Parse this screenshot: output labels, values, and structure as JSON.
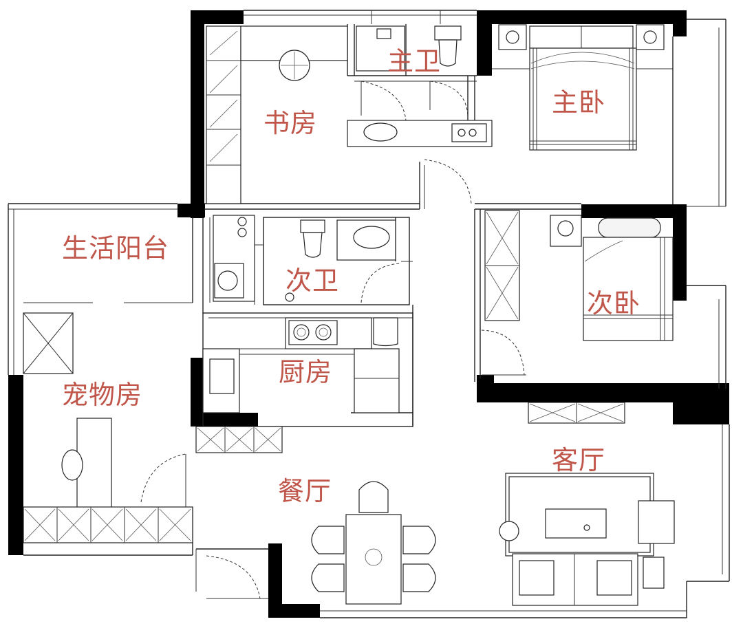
{
  "rooms": {
    "master_bath": "主卫",
    "study": "书房",
    "master_bedroom": "主卧",
    "utility_balcony": "生活阳台",
    "second_bath": "次卫",
    "second_bedroom": "次卧",
    "kitchen": "厨房",
    "pet_room": "宠物房",
    "living_room": "客厅",
    "dining_room": "餐厅"
  },
  "colors": {
    "label": "#c0564a",
    "wall": "#000000",
    "line": "#222222"
  }
}
